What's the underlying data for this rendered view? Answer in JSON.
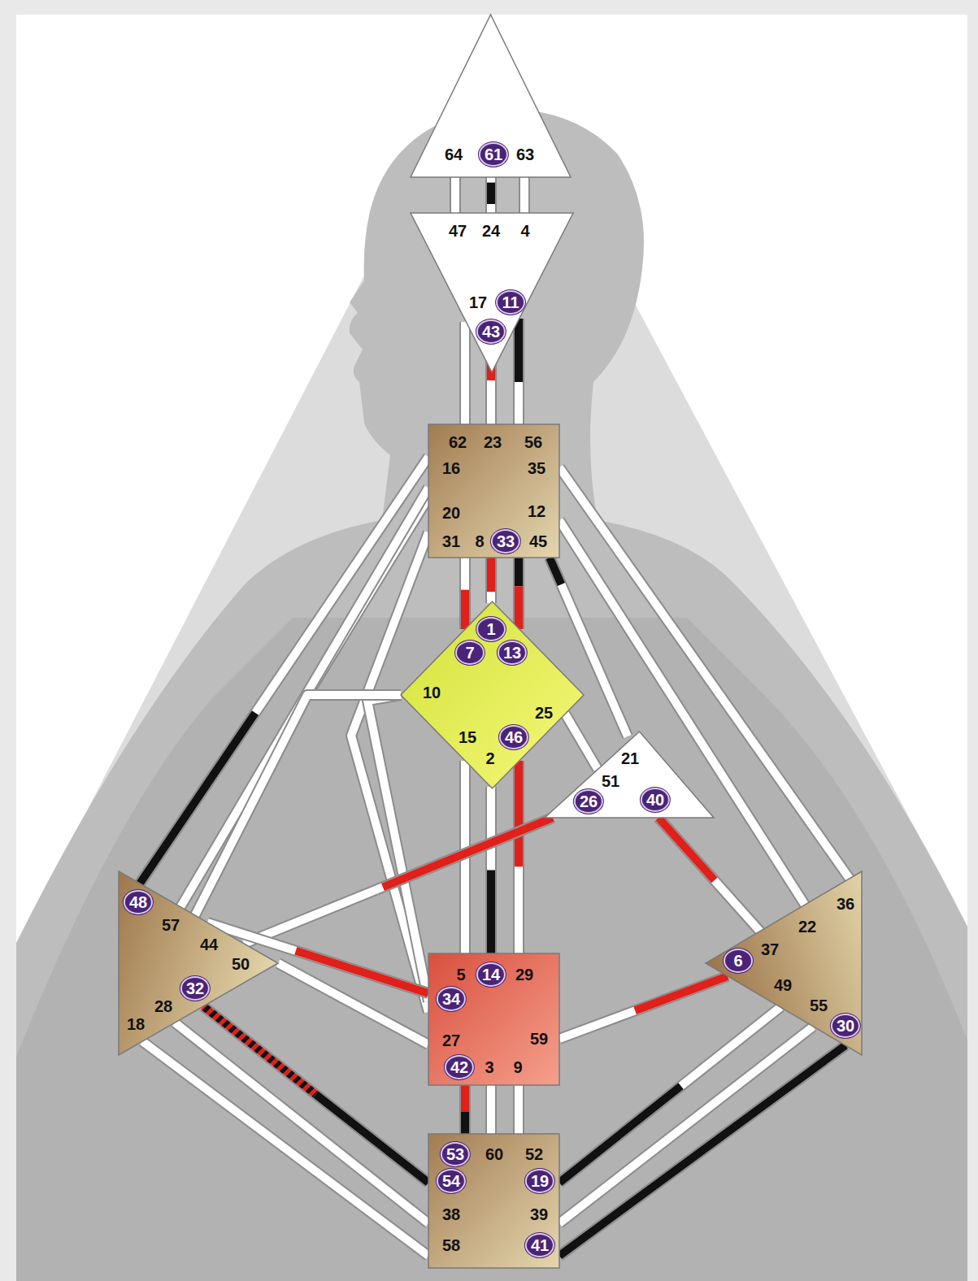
{
  "diagram": {
    "nodes": [
      {
        "text": [
          "64",
          "61",
          "63"
        ]
      },
      {
        "text": [
          "47",
          "24",
          "4",
          "17",
          "11",
          "43"
        ]
      },
      {
        "text": [
          "62",
          "23",
          "56",
          "16",
          "35",
          "20",
          "12",
          "31",
          "8",
          "33",
          "45"
        ]
      },
      {
        "text": [
          "1",
          "7",
          "13",
          "10",
          "25",
          "15",
          "46",
          "2"
        ]
      },
      {
        "text": [
          "21",
          "51",
          "26",
          "40"
        ]
      },
      {
        "text": [
          "48",
          "57",
          "44",
          "50",
          "32",
          "28",
          "18"
        ]
      },
      {
        "text": [
          "36",
          "22",
          "37",
          "6",
          "49",
          "55",
          "30"
        ]
      },
      {
        "text": [
          "5",
          "14",
          "29",
          "34",
          "27",
          "59",
          "42",
          "3",
          "9"
        ]
      },
      {
        "text": [
          "53",
          "60",
          "52",
          "54",
          "19",
          "38",
          "39",
          "58",
          "41"
        ]
      }
    ],
    "edges": [
      {
        "from": 0,
        "to": 1,
        "arrow": "none"
      },
      {
        "from": 0,
        "to": 1,
        "arrow": "none"
      },
      {
        "from": 0,
        "to": 1,
        "arrow": "none"
      },
      {
        "from": 1,
        "to": 2,
        "arrow": "none"
      },
      {
        "from": 1,
        "to": 2,
        "arrow": "none"
      },
      {
        "from": 1,
        "to": 2,
        "arrow": "none"
      },
      {
        "from": 2,
        "to": 3,
        "arrow": "none"
      },
      {
        "from": 2,
        "to": 3,
        "arrow": "none"
      },
      {
        "from": 2,
        "to": 3,
        "arrow": "none"
      },
      {
        "from": 2,
        "to": 3,
        "arrow": "none"
      },
      {
        "from": 2,
        "to": 4,
        "arrow": "none"
      },
      {
        "from": 2,
        "to": 7,
        "arrow": "none"
      },
      {
        "from": 2,
        "to": 5,
        "arrow": "none"
      },
      {
        "from": 2,
        "to": 5,
        "arrow": "none"
      },
      {
        "from": 2,
        "to": 6,
        "arrow": "none"
      },
      {
        "from": 2,
        "to": 6,
        "arrow": "none"
      },
      {
        "from": 3,
        "to": 4,
        "arrow": "none"
      },
      {
        "from": 3,
        "to": 7,
        "arrow": "none"
      },
      {
        "from": 3,
        "to": 7,
        "arrow": "none"
      },
      {
        "from": 3,
        "to": 7,
        "arrow": "none"
      },
      {
        "from": 3,
        "to": 7,
        "arrow": "none"
      },
      {
        "from": 3,
        "to": 5,
        "arrow": "none"
      },
      {
        "from": 4,
        "to": 5,
        "arrow": "none"
      },
      {
        "from": 4,
        "to": 6,
        "arrow": "none"
      },
      {
        "from": 5,
        "to": 7,
        "arrow": "none"
      },
      {
        "from": 5,
        "to": 7,
        "arrow": "none"
      },
      {
        "from": 7,
        "to": 6,
        "arrow": "none"
      },
      {
        "from": 7,
        "to": 8,
        "arrow": "none"
      },
      {
        "from": 7,
        "to": 8,
        "arrow": "none"
      },
      {
        "from": 7,
        "to": 8,
        "arrow": "none"
      },
      {
        "from": 5,
        "to": 8,
        "arrow": "none"
      },
      {
        "from": 5,
        "to": 8,
        "arrow": "none"
      },
      {
        "from": 5,
        "to": 8,
        "arrow": "none"
      },
      {
        "from": 6,
        "to": 8,
        "arrow": "none"
      },
      {
        "from": 6,
        "to": 8,
        "arrow": "none"
      },
      {
        "from": 6,
        "to": 8,
        "arrow": "none"
      }
    ]
  }
}
